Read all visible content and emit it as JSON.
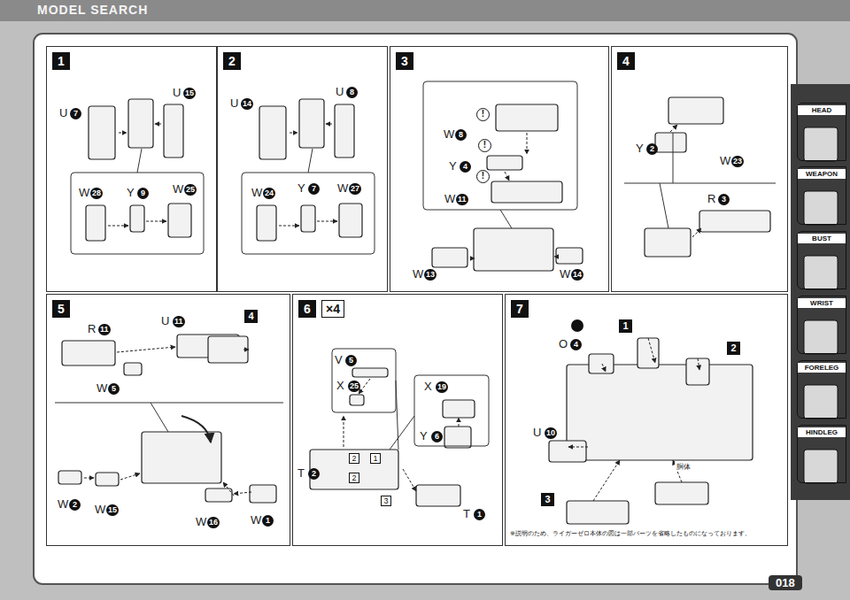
{
  "diagram": {
    "nodes": [
      {
        "text": [
          "1"
        ]
      },
      {
        "text": [
          "2"
        ]
      },
      {
        "text": [
          "3"
        ]
      },
      {
        "text": [
          "4"
        ]
      },
      {
        "text": [
          "5"
        ]
      },
      {
        "text": [
          "6",
          "×4"
        ]
      },
      {
        "text": [
          "7"
        ]
      },
      {
        "text": [
          "HEAD"
        ]
      },
      {
        "text": [
          "WEAPON"
        ]
      },
      {
        "text": [
          "BUST"
        ]
      },
      {
        "text": [
          "WRIST"
        ]
      },
      {
        "text": [
          "FORELEG"
        ]
      },
      {
        "text": [
          "HINDLEG"
        ]
      }
    ],
    "labels": [
      "U",
      "7",
      "U",
      "15",
      "W",
      "28",
      "Y",
      "9",
      "W",
      "25",
      "U",
      "14",
      "U",
      "8",
      "W",
      "24",
      "Y",
      "7",
      "W",
      "27",
      "W",
      "8",
      "Y",
      "4",
      "W",
      "11",
      "W",
      "13",
      "W",
      "14",
      "!",
      "!",
      "!",
      "W",
      "23",
      "Y",
      "2",
      "R",
      "3",
      "R",
      "11",
      "U",
      "11",
      "4",
      "W",
      "5",
      "W",
      "2",
      "W",
      "15",
      "W",
      "16",
      "W",
      "1",
      "V",
      "5",
      "X",
      "25",
      "X",
      "19",
      "Y",
      "6",
      "T",
      "2",
      "T",
      "1",
      "2",
      "1",
      "2",
      "3",
      "O",
      "4",
      "1",
      "2",
      "U",
      "10",
      "3",
      "胴体",
      "※説明のため、ライガーゼロ本体の図は一部パーツを省略したものになっております。",
      "018",
      "MODEL SEARCH"
    ]
  }
}
